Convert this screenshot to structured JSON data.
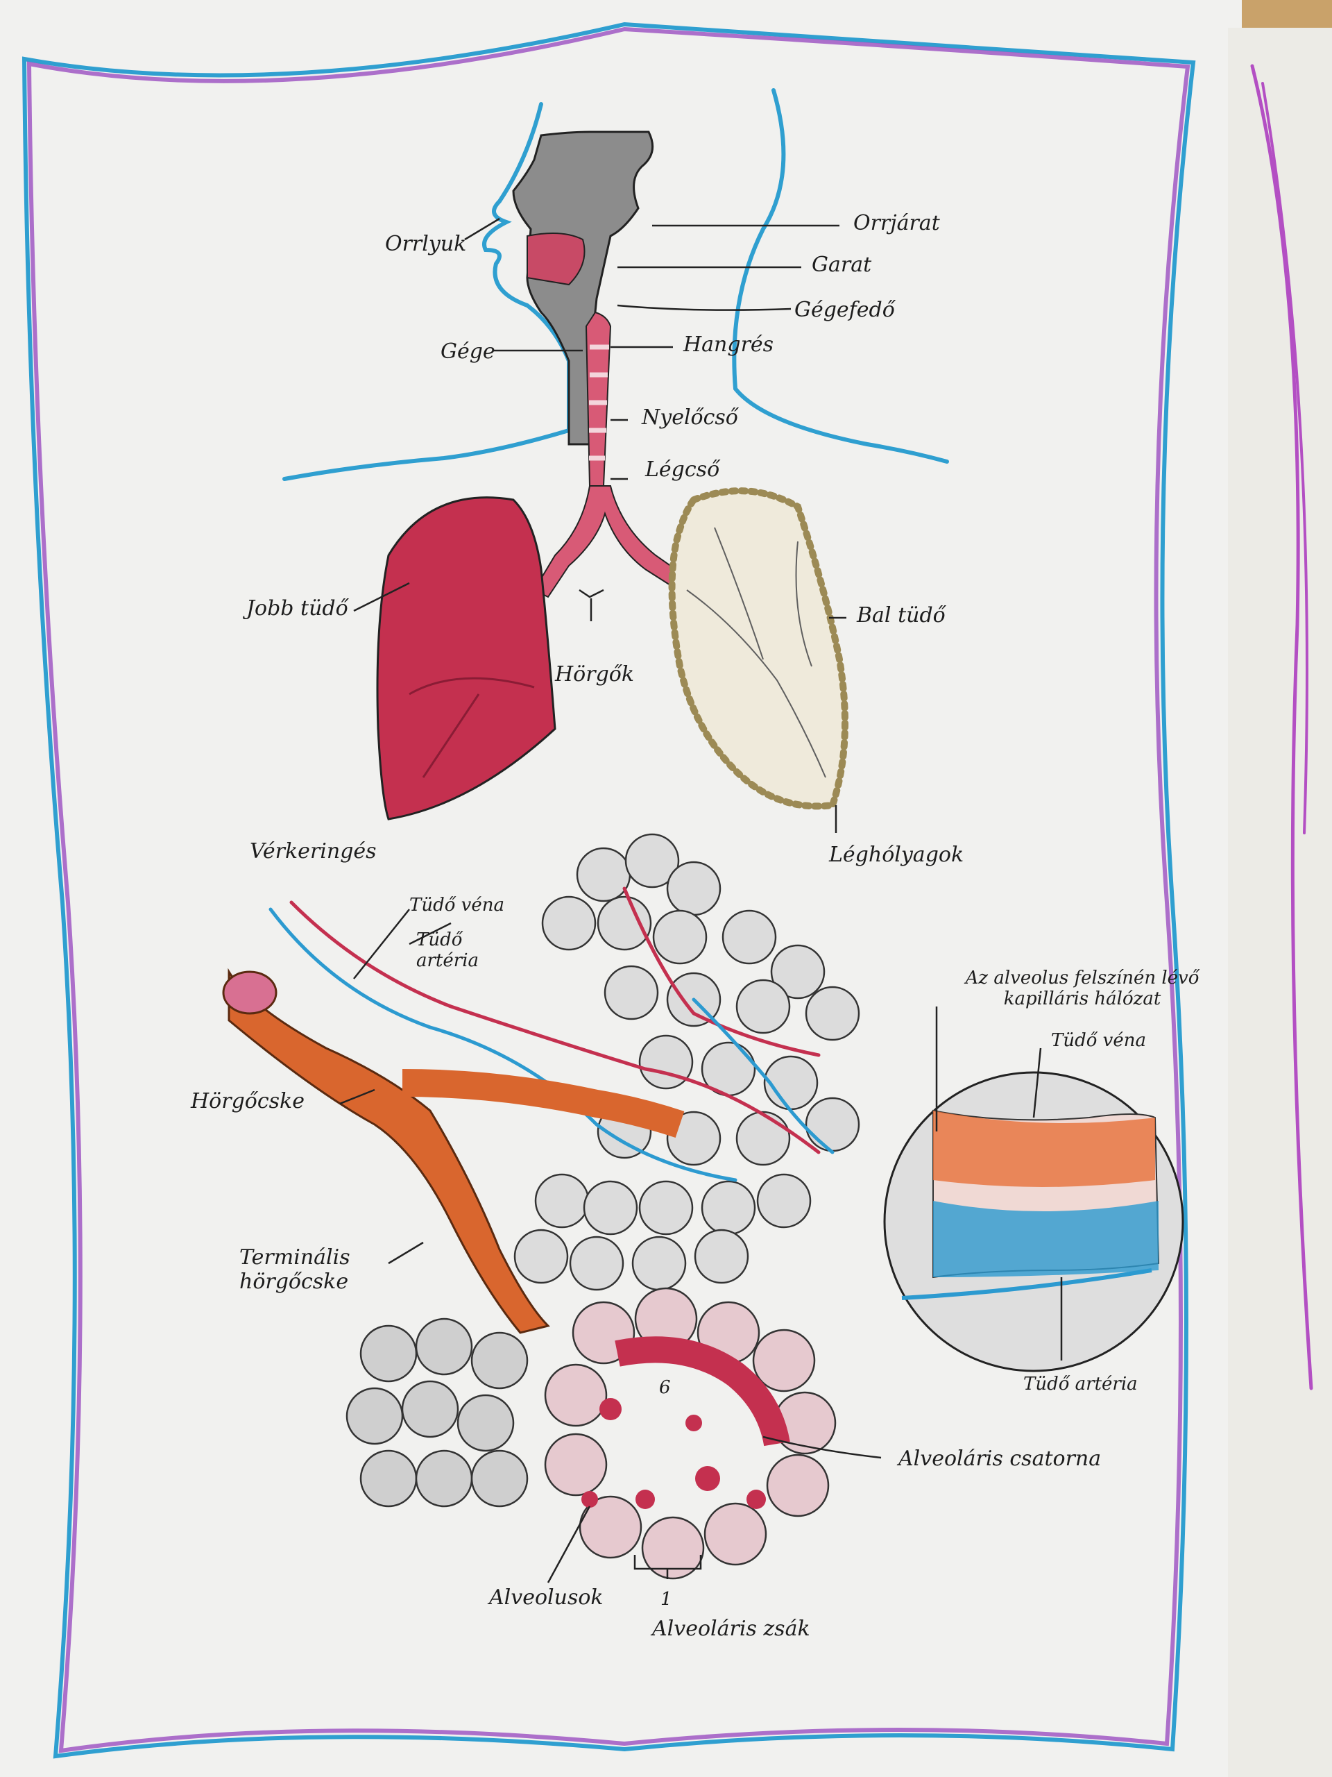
{
  "labels": {
    "orrlyuk": "Orrlyuk",
    "orrjarat": "Orrjárat",
    "garat": "Garat",
    "gegefedo": "Gégefedő",
    "gege": "Gége",
    "hangres": "Hangrés",
    "nyelocso": "Nyelőcső",
    "legcso": "Légcső",
    "jobb_tudo": "Jobb tüdő",
    "bal_tudo": "Bal tüdő",
    "horgok": "Hörgők",
    "leghólyagok": "Léghólyagok",
    "verkeringes": "Vérkeringés",
    "tudo_vena_1": "Tüdő véna",
    "tudo_arteria_1": "Tüdő artéria",
    "horgocske": "Hörgőcske",
    "terminalis_horgocske": "Terminális hörgőcske",
    "inset_caption": "Az alveolus felszínén lévő kapilláris hálózat",
    "tudo_vena_2": "Tüdő véna",
    "tudo_arteria_2": "Tüdő artéria",
    "alveolaris_csatorna": "Alveoláris csatorna",
    "alveolusok": "Alveolusok",
    "alveolaris_zsak": "Alveoláris zsák",
    "sac_number": "6",
    "bracket_number": "1"
  },
  "colors": {
    "border_blue": "#2f9fd0",
    "border_purple": "#9b4fc0",
    "lung_red": "#c4304f",
    "bronchiole_orange": "#d9662e",
    "vein_blue": "#2c9ad0",
    "head_gray": "#8c8c8c",
    "alveoli_gray": "#bdbdbd",
    "leghólyag_tan": "#9c8a55"
  }
}
